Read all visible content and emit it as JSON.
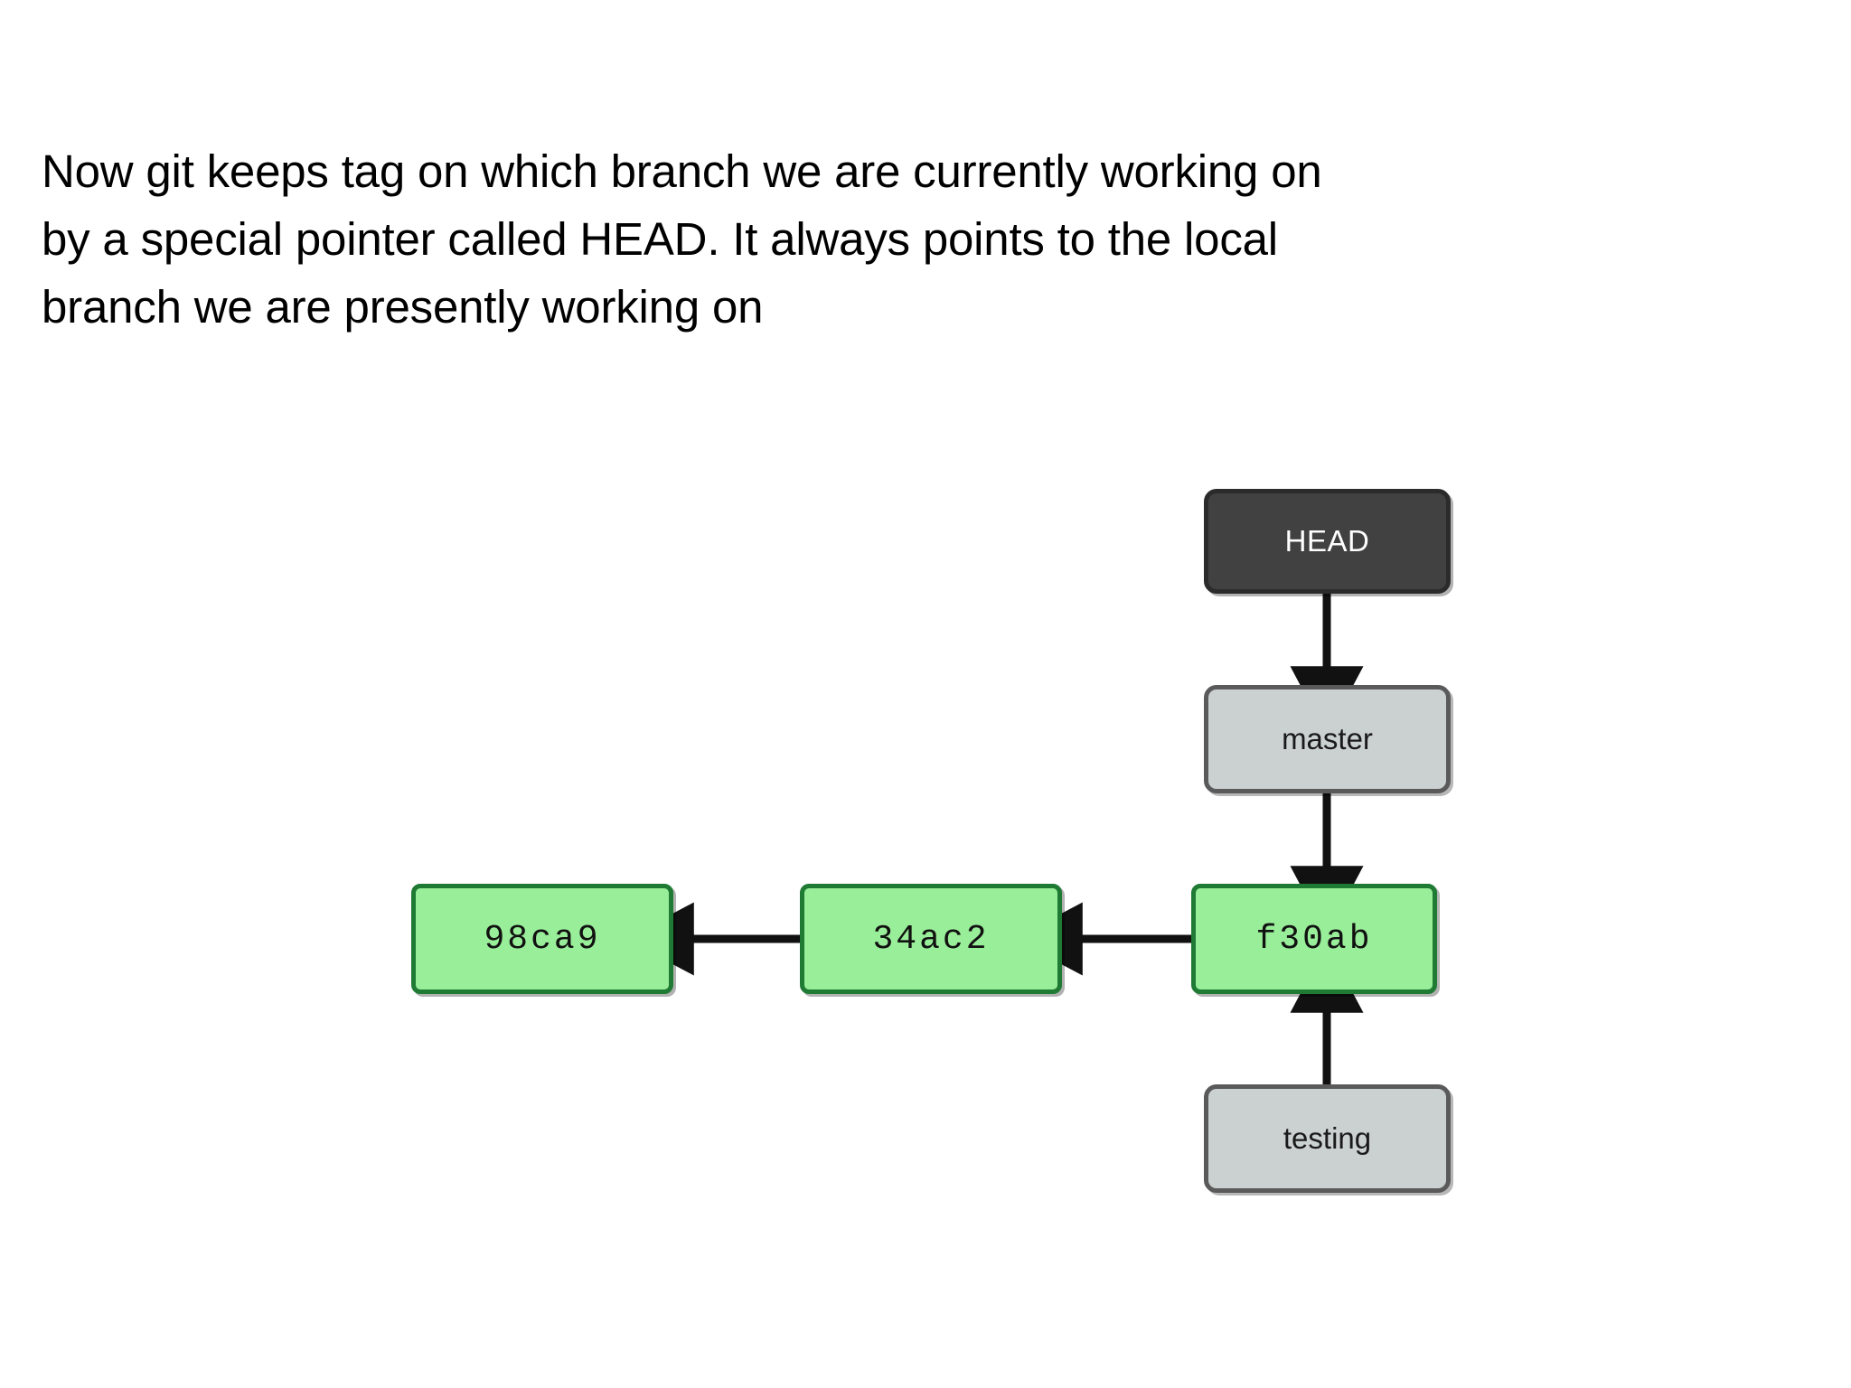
{
  "slide": {
    "body_text": "Now git keeps tag on which branch we are currently working on\nby a special pointer called HEAD. It always points to the local\nbranch we are presently working on"
  },
  "diagram": {
    "type": "git-branch-graph",
    "colors": {
      "commit_fill": "#99ee99",
      "commit_border": "#1f7a33",
      "branch_fill": "#cbd0d0",
      "branch_border": "#5a5a5a",
      "head_fill": "#414141",
      "head_border": "#2b2b2b",
      "head_text": "#ffffff",
      "arrow": "#111111",
      "background": "#ffffff"
    },
    "nodes": {
      "head": {
        "label": "HEAD",
        "kind": "head-pointer"
      },
      "master": {
        "label": "master",
        "kind": "branch-pointer"
      },
      "testing": {
        "label": "testing",
        "kind": "branch-pointer"
      },
      "commit_c1": {
        "label": "98ca9",
        "kind": "commit"
      },
      "commit_c2": {
        "label": "34ac2",
        "kind": "commit"
      },
      "commit_c3": {
        "label": "f30ab",
        "kind": "commit"
      }
    },
    "edges": [
      {
        "from": "HEAD",
        "to": "master",
        "direction": "down"
      },
      {
        "from": "master",
        "to": "f30ab",
        "direction": "down"
      },
      {
        "from": "34ac2",
        "to": "98ca9",
        "direction": "left"
      },
      {
        "from": "f30ab",
        "to": "34ac2",
        "direction": "left"
      },
      {
        "from": "testing",
        "to": "f30ab",
        "direction": "up"
      }
    ]
  }
}
